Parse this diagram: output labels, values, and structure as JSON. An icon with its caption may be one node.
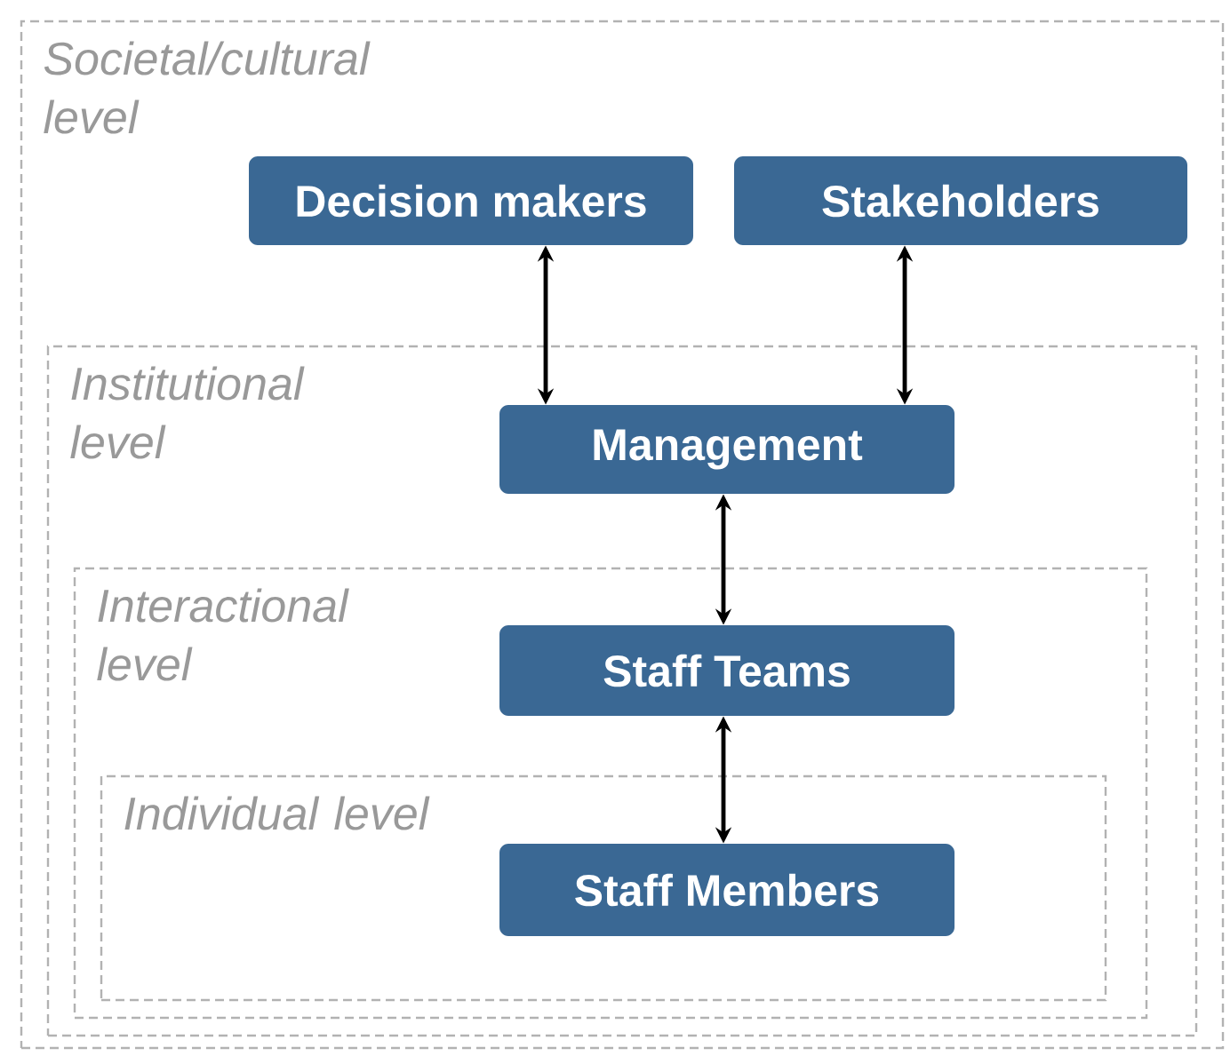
{
  "diagram": {
    "nodes": [
      {
        "text": [
          "Societal/cultural level"
        ]
      },
      {
        "text": [
          "Decision makers"
        ],
        "in": 0
      },
      {
        "text": [
          "Stakeholders"
        ],
        "in": 0
      },
      {
        "text": [
          "Institutional level"
        ],
        "in": 0
      },
      {
        "text": [
          "Management"
        ],
        "in": 3
      },
      {
        "text": [
          "Interactional level"
        ],
        "in": 3
      },
      {
        "text": [
          "Staff Teams"
        ],
        "in": 5
      },
      {
        "text": [
          "Individual level"
        ],
        "in": 5
      },
      {
        "text": [
          "Staff Members"
        ],
        "in": 7
      }
    ],
    "edges": [
      {
        "from": 1,
        "to": 4,
        "arrow": "both"
      },
      {
        "from": 2,
        "to": 4,
        "arrow": "both"
      },
      {
        "from": 4,
        "to": 6,
        "arrow": "both"
      },
      {
        "from": 6,
        "to": 8,
        "arrow": "both"
      }
    ]
  }
}
